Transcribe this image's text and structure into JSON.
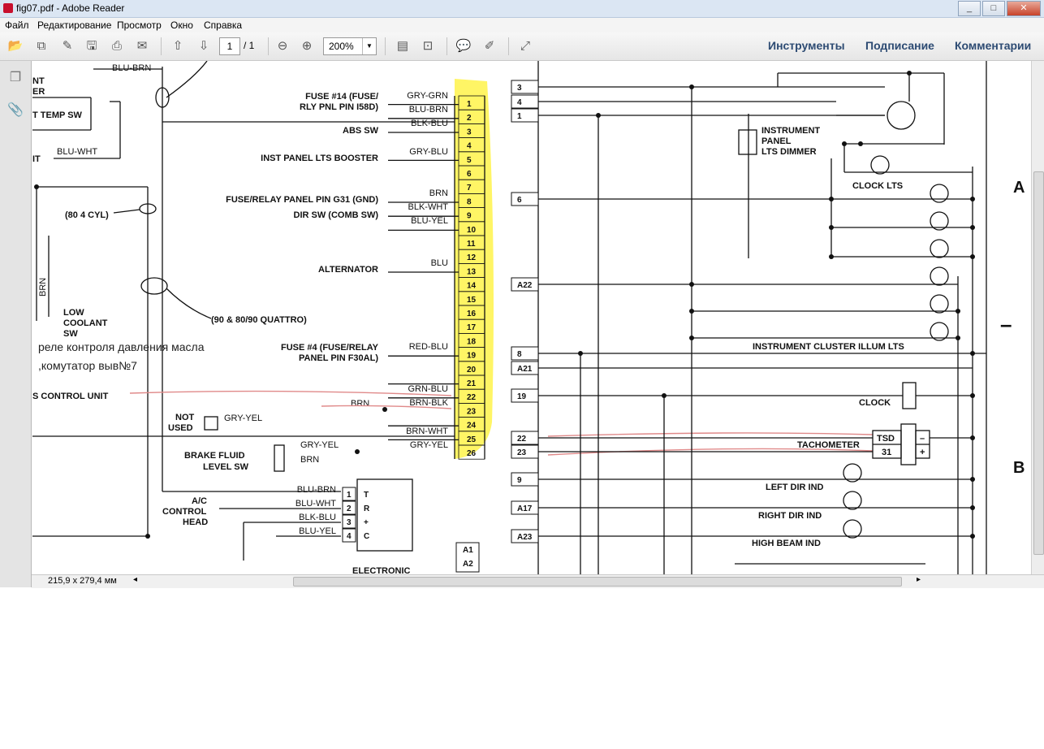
{
  "window": {
    "title": "fig07.pdf - Adobe Reader"
  },
  "menu": [
    "Файл",
    "Редактирование",
    "Просмотр",
    "Окно",
    "Справка"
  ],
  "toolbar": {
    "page_current": "1",
    "page_total": "/ 1",
    "zoom": "200%"
  },
  "right_tabs": [
    "Инструменты",
    "Подписание",
    "Комментарии"
  ],
  "status": {
    "page_size": "215,9 x 279,4 мм"
  },
  "left_diagram": {
    "top_labels": {
      "blu_brn_top": "BLU-BRN",
      "v6_cyl": "(80 4 CYL)",
      "quattro": "(90 & 80/90 QUATTRO)",
      "nt": "NT",
      "er": "ER",
      "temp_sw": "T TEMP SW",
      "it": "IT",
      "blu_wht_left": "BLU-WHT",
      "brn_vert": "BRN",
      "low_coolant1": "LOW",
      "low_coolant2": "COOLANT",
      "low_coolant3": "SW",
      "control_unit": "S CONTROL UNIT",
      "not_used1": "NOT",
      "not_used2": "USED",
      "gry_yel_nu": "GRY-YEL",
      "brn_ground": "BRN",
      "brake1": "BRAKE FLUID",
      "brake2": "LEVEL SW",
      "ac1": "A/C",
      "ac2": "CONTROL",
      "ac3": "HEAD",
      "electronic": "ELECTRONIC"
    },
    "components": [
      {
        "label1": "FUSE #14 (FUSE/",
        "label2": "RLY PNL PIN I58D)"
      },
      {
        "label1": "ABS SW",
        "label2": ""
      },
      {
        "label1": "INST PANEL LTS BOOSTER",
        "label2": ""
      },
      {
        "label1": "FUSE/RELAY PANEL PIN G31 (GND)",
        "label2": ""
      },
      {
        "label1": "DIR SW (COMB SW)",
        "label2": ""
      },
      {
        "label1": "ALTERNATOR",
        "label2": ""
      },
      {
        "label1": "FUSE #4 (FUSE/RELAY",
        "label2": "PANEL PIN F30AL)"
      }
    ],
    "wires": [
      "GRY-GRN",
      "BLU-BRN",
      "BLK-BLU",
      "GRY-BLU",
      "BRN",
      "BLK-WHT",
      "BLU-YEL",
      "BLU",
      "RED-BLU",
      "GRN-BLU",
      "BRN-BLK",
      "BRN-WHT",
      "GRY-YEL",
      "GRY-YEL",
      "BRN"
    ],
    "pins": [
      "1",
      "2",
      "3",
      "4",
      "5",
      "6",
      "7",
      "8",
      "9",
      "10",
      "11",
      "12",
      "13",
      "14",
      "15",
      "16",
      "17",
      "18",
      "19",
      "20",
      "21",
      "22",
      "23",
      "24",
      "25",
      "26"
    ],
    "a_pins": [
      "A1",
      "A2"
    ],
    "ac_wires": [
      "BLU-BRN",
      "BLU-WHT",
      "BLK-BLU",
      "BLU-YEL"
    ],
    "ac_pins": [
      "1",
      "2",
      "3",
      "4"
    ],
    "ac_letters": [
      "T",
      "R",
      "+",
      "C"
    ]
  },
  "annotation": {
    "line1": "реле контроля давления масла",
    "line2": ",комутатор выв№7"
  },
  "right_diagram": {
    "pins": [
      "3",
      "4",
      "1",
      "6",
      "A22",
      "8",
      "A21",
      "19",
      "22",
      "23",
      "9",
      "A17",
      "A23"
    ],
    "labels": {
      "dimmer1": "INSTRUMENT",
      "dimmer2": "PANEL",
      "dimmer3": "LTS DIMMER",
      "clock_lts": "CLOCK LTS",
      "illum": "INSTRUMENT CLUSTER ILLUM LTS",
      "clock": "CLOCK",
      "tach": "TACHOMETER",
      "tsd": "TSD",
      "t31": "31",
      "minus": "–",
      "plus": "+",
      "left_dir": "LEFT DIR IND",
      "right_dir": "RIGHT DIR IND",
      "high_beam": "HIGH BEAM IND"
    },
    "side_letters": [
      "A",
      "–",
      "B"
    ]
  }
}
